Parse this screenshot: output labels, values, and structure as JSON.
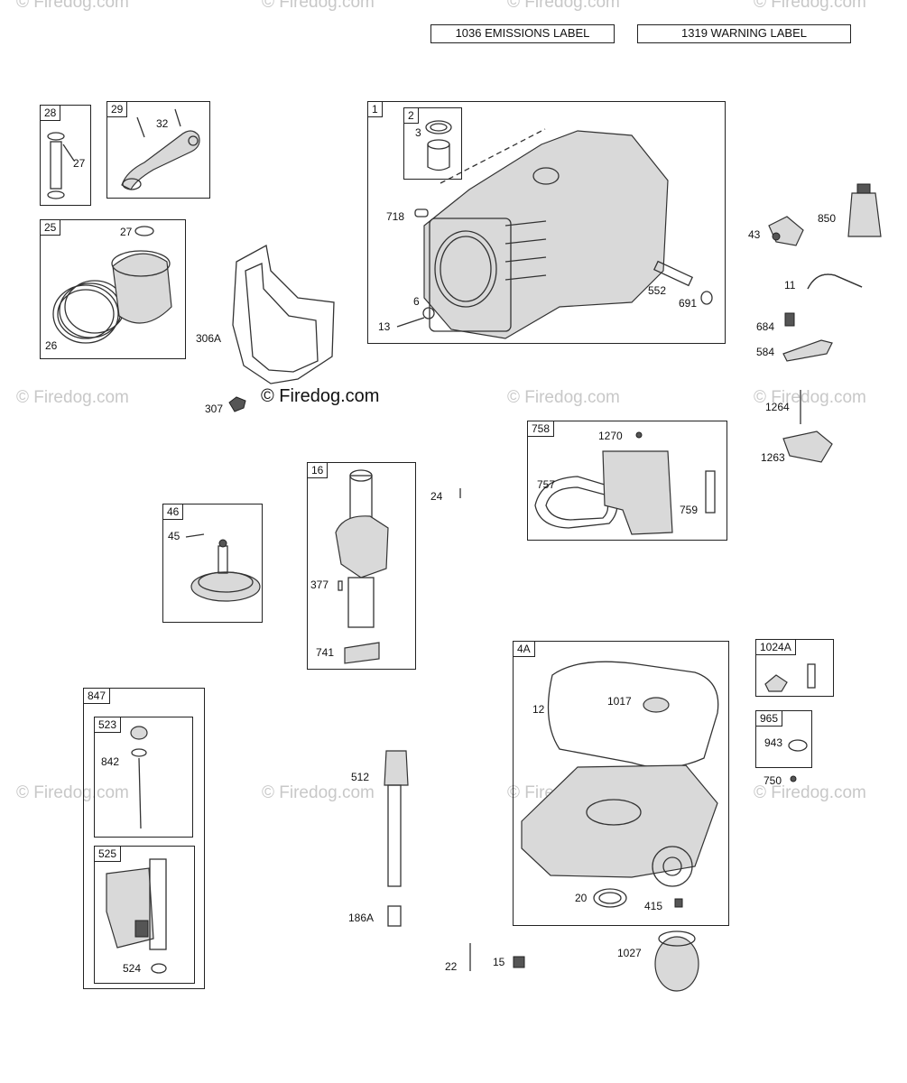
{
  "header": {
    "emissions_label": "1036 EMISSIONS LABEL",
    "warning_label": "1319 WARNING LABEL"
  },
  "watermark": {
    "faint": "© Firedog.com",
    "main": "© Firedog.com"
  },
  "groups": {
    "g28": "28",
    "g29": "29",
    "g25": "25",
    "g1": "1",
    "g2": "2",
    "g758": "758",
    "g16": "16",
    "g46": "46",
    "g4A": "4A",
    "g1024A": "1024A",
    "g965": "965",
    "g847": "847",
    "g523": "523",
    "g525": "525"
  },
  "callouts": {
    "c27a": "27",
    "c32": "32",
    "c27b": "27",
    "c26": "26",
    "c306A": "306A",
    "c307": "307",
    "c3": "3",
    "c718": "718",
    "c6": "6",
    "c13": "13",
    "c552": "552",
    "c691": "691",
    "c850": "850",
    "c43": "43",
    "c11": "11",
    "c684": "684",
    "c584": "584",
    "c1264": "1264",
    "c1263": "1263",
    "c1270": "1270",
    "c757": "757",
    "c759": "759",
    "c24": "24",
    "c377": "377",
    "c741": "741",
    "c45": "45",
    "c12": "12",
    "c1017": "1017",
    "c20": "20",
    "c415": "415",
    "c943": "943",
    "c750": "750",
    "c842": "842",
    "c524": "524",
    "c512": "512",
    "c186A": "186A",
    "c22": "22",
    "c15": "15",
    "c1027": "1027"
  },
  "colors": {
    "line": "#222222",
    "watermark": "#c8c8c8",
    "part_fill": "#d9d9d9"
  }
}
